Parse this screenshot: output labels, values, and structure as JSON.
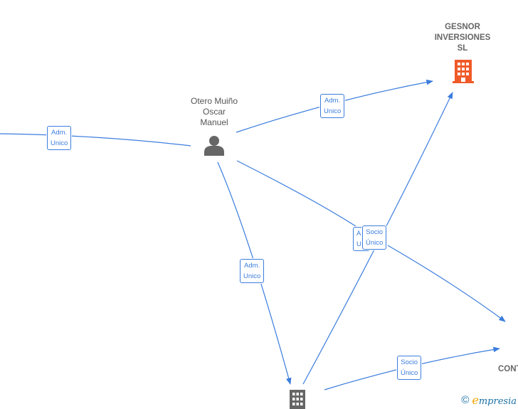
{
  "nodes": {
    "person": {
      "label_lines": [
        "Otero Muiño",
        "Oscar",
        "Manuel"
      ],
      "icon": "person-icon"
    },
    "gesnor": {
      "label_lines": [
        "GESNOR",
        "INVERSIONES",
        "SL"
      ],
      "icon": "building-icon",
      "color": "#f05a28"
    },
    "bottom_company": {
      "icon": "building-icon",
      "color": "#666666"
    },
    "right_company": {
      "label": "CONT"
    }
  },
  "edges": {
    "e1": {
      "line1": "Adm.",
      "line2": "Unico"
    },
    "e2": {
      "line1": "Adm.",
      "line2": "Unico"
    },
    "e3": {
      "line1": "Adm.",
      "line2": "Unico"
    },
    "e4": {
      "line1": "A",
      "line2": "U"
    },
    "e5": {
      "line1": "Socio",
      "line2": "Único"
    },
    "e6": {
      "line1": "Socio",
      "line2": "Único"
    }
  },
  "colors": {
    "edge": "#3b7ddd",
    "person_icon": "#666666"
  },
  "brand": {
    "copyright": "©",
    "e": "e",
    "rest": "mpresia"
  }
}
